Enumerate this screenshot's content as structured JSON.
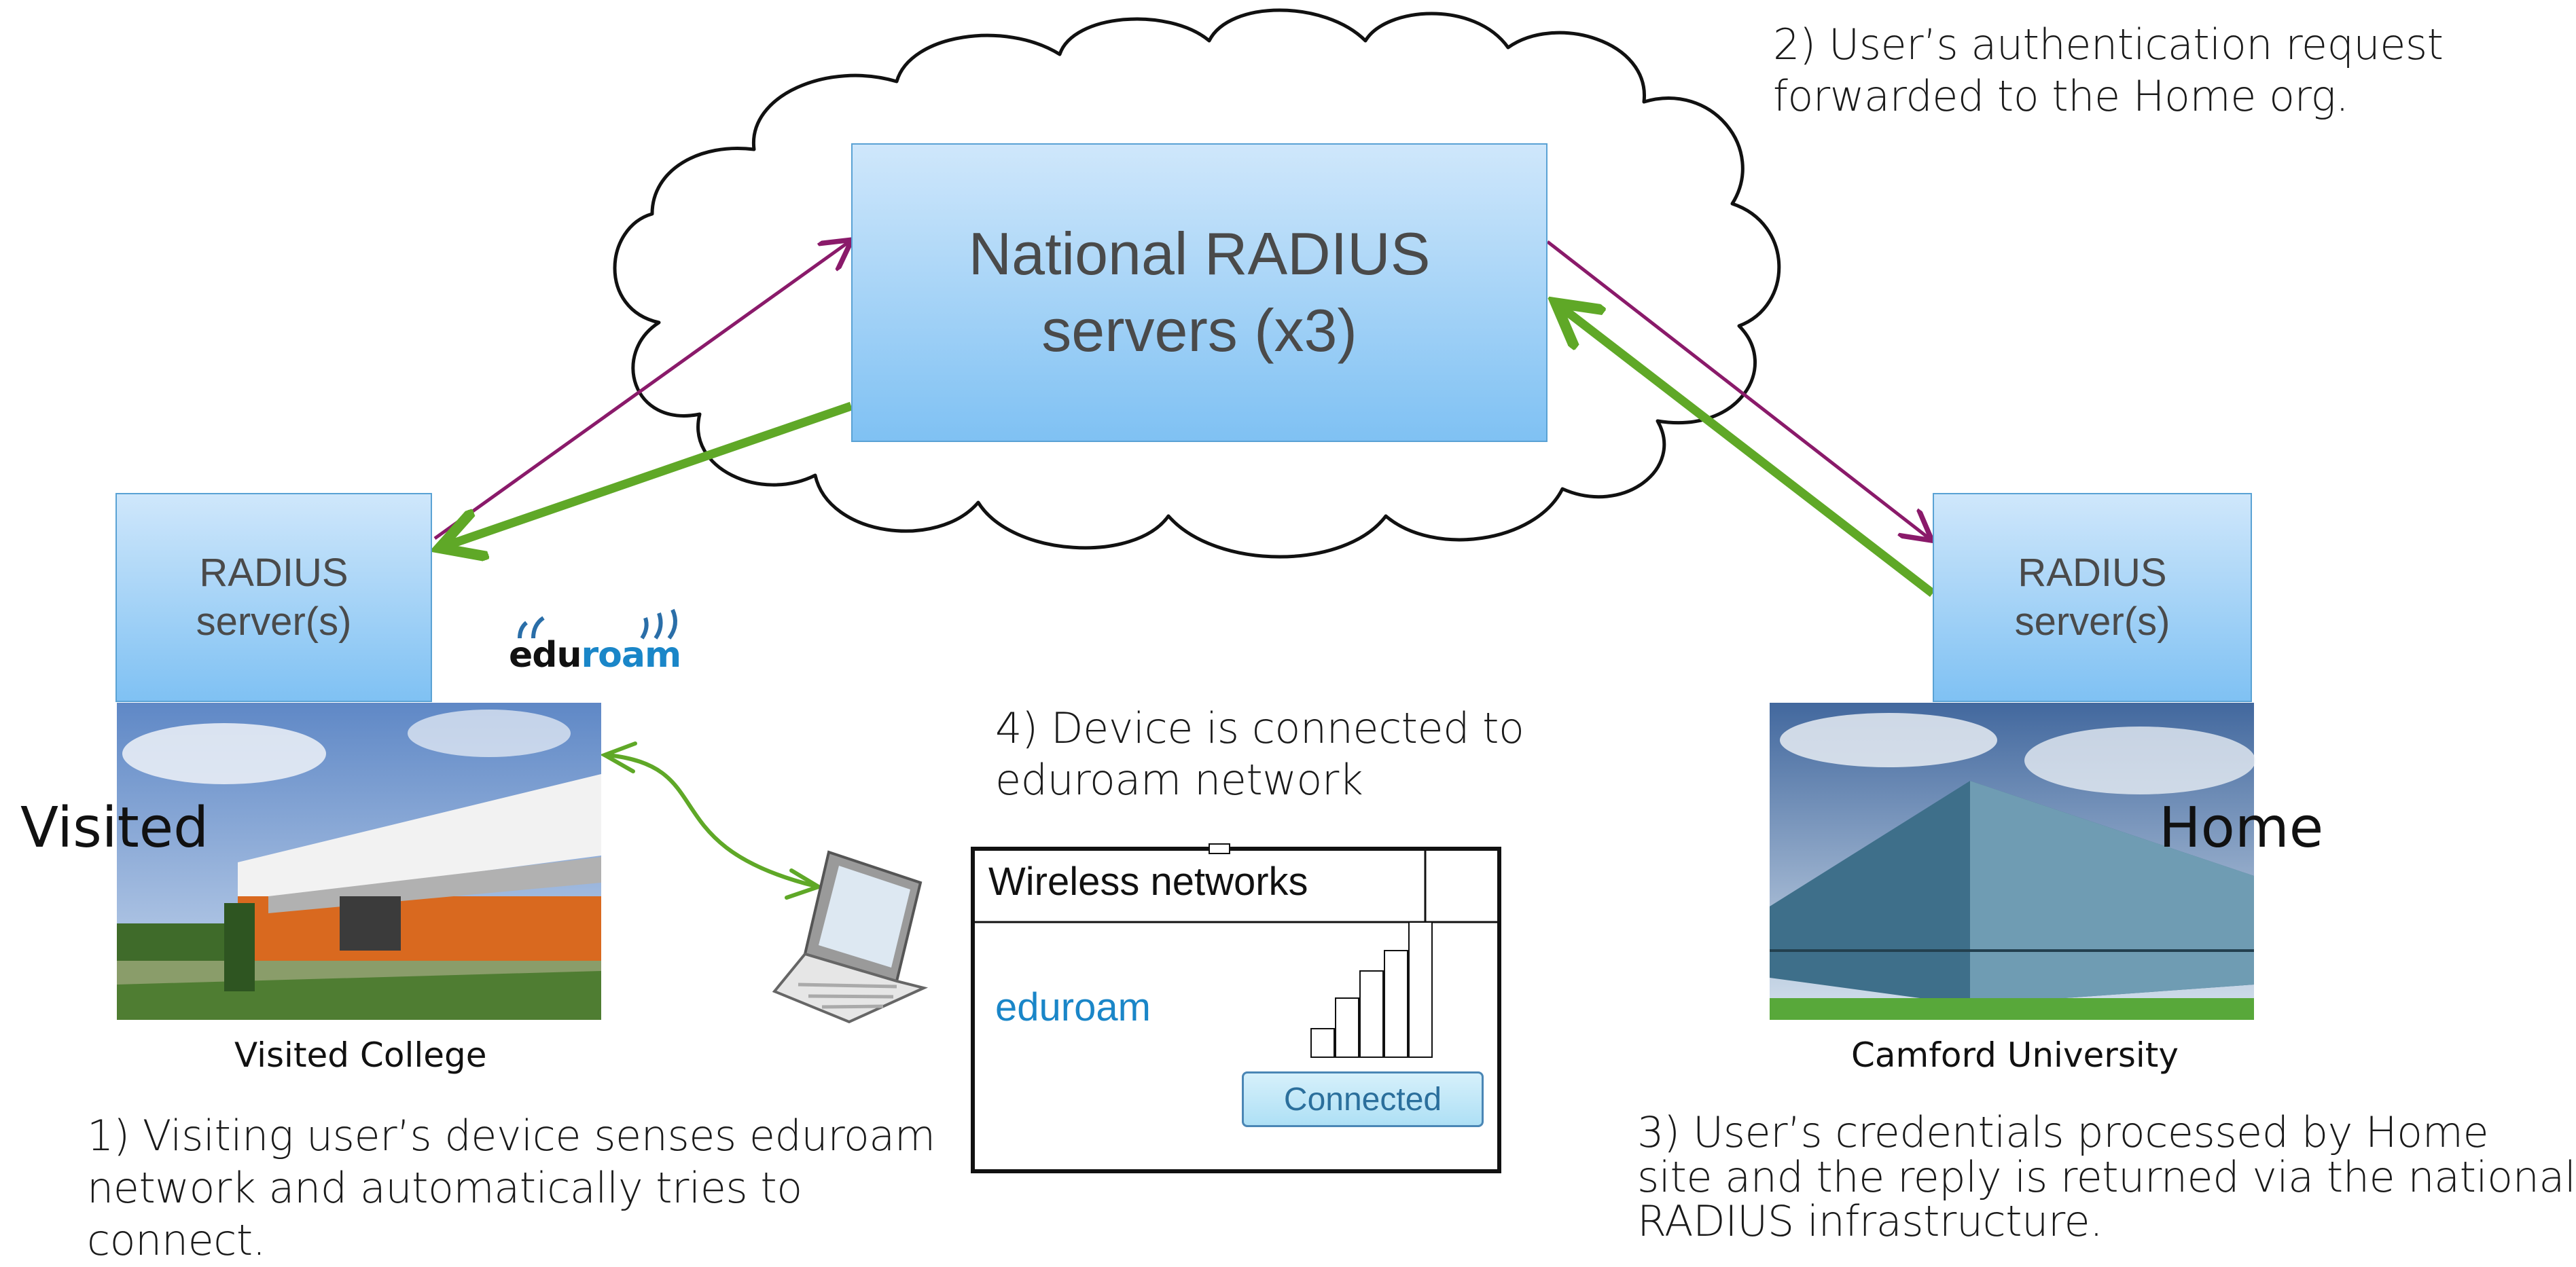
{
  "national": {
    "line1": "National RADIUS",
    "line2": "servers (x3)"
  },
  "visited_server": {
    "line1": "RADIUS",
    "line2": "server(s)"
  },
  "home_server": {
    "line1": "RADIUS",
    "line2": "server(s)"
  },
  "logo": {
    "prefix": "edu",
    "suffix": "roam"
  },
  "labels": {
    "visited": "Visited",
    "home": "Home"
  },
  "captions": {
    "visited": "Visited College",
    "home": "Camford University"
  },
  "steps": {
    "step1": [
      "1) Visiting user’s device  senses eduroam",
      "network and automatically tries to",
      "connect."
    ],
    "step2": [
      "2) User’s authentication request",
      "forwarded to the Home org."
    ],
    "step3": [
      "3) User’s credentials processed by Home",
      "site and the reply is returned via the national",
      "RADIUS infrastructure."
    ],
    "step4": [
      "4) Device is connected to",
      "eduroam network"
    ]
  },
  "wireless": {
    "title": "Wireless networks",
    "network": "eduroam",
    "status": "Connected",
    "signal_bars": 5
  },
  "colors": {
    "request_arrow": "#8a1a6a",
    "reply_arrow": "#5fa827",
    "box_border": "#5aa2d4",
    "eduroam_text": "#1a86c8"
  }
}
